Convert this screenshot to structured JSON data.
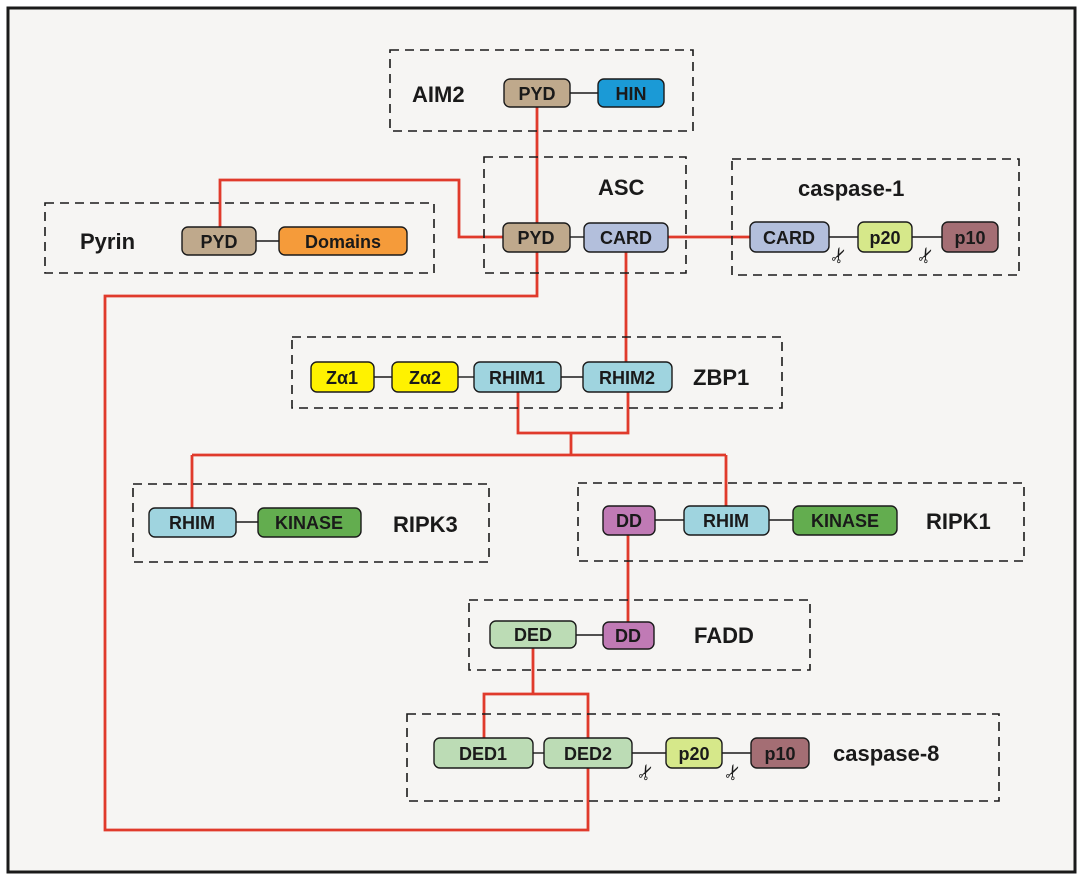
{
  "groups": [
    {
      "id": "aim2",
      "label": "AIM2"
    },
    {
      "id": "pyrin",
      "label": "Pyrin"
    },
    {
      "id": "asc",
      "label": "ASC"
    },
    {
      "id": "caspase1",
      "label": "caspase-1"
    },
    {
      "id": "zbp1",
      "label": "ZBP1"
    },
    {
      "id": "ripk3",
      "label": "RIPK3"
    },
    {
      "id": "ripk1",
      "label": "RIPK1"
    },
    {
      "id": "fadd",
      "label": "FADD"
    },
    {
      "id": "caspase8",
      "label": "caspase-8"
    }
  ],
  "domains": {
    "aim2_pyd": {
      "label": "PYD",
      "color": "#bfa98c"
    },
    "aim2_hin": {
      "label": "HIN",
      "color": "#1b9ad6"
    },
    "pyrin_pyd": {
      "label": "PYD",
      "color": "#bfa98c"
    },
    "pyrin_domains": {
      "label": "Domains",
      "color": "#f59b3a"
    },
    "asc_pyd": {
      "label": "PYD",
      "color": "#bfa98c"
    },
    "asc_card": {
      "label": "CARD",
      "color": "#b3bfdc"
    },
    "casp1_card": {
      "label": "CARD",
      "color": "#b3bfdc"
    },
    "casp1_p20": {
      "label": "p20",
      "color": "#d6e88a"
    },
    "casp1_p10": {
      "label": "p10",
      "color": "#a46e74"
    },
    "zbp1_za1": {
      "label": "Zα1",
      "color": "#fff200"
    },
    "zbp1_za2": {
      "label": "Zα2",
      "color": "#fff200"
    },
    "zbp1_rhim1": {
      "label": "RHIM1",
      "color": "#9fd4df"
    },
    "zbp1_rhim2": {
      "label": "RHIM2",
      "color": "#9fd4df"
    },
    "ripk3_rhim": {
      "label": "RHIM",
      "color": "#9fd4df"
    },
    "ripk3_kinase": {
      "label": "KINASE",
      "color": "#63ad4f"
    },
    "ripk1_dd": {
      "label": "DD",
      "color": "#c07ab5"
    },
    "ripk1_rhim": {
      "label": "RHIM",
      "color": "#9fd4df"
    },
    "ripk1_kinase": {
      "label": "KINASE",
      "color": "#63ad4f"
    },
    "fadd_ded": {
      "label": "DED",
      "color": "#bcdcb5"
    },
    "fadd_dd": {
      "label": "DD",
      "color": "#c07ab5"
    },
    "casp8_ded1": {
      "label": "DED1",
      "color": "#bcdcb5"
    },
    "casp8_ded2": {
      "label": "DED2",
      "color": "#bcdcb5"
    },
    "casp8_p20": {
      "label": "p20",
      "color": "#d6e88a"
    },
    "casp8_p10": {
      "label": "p10",
      "color": "#a46e74"
    }
  },
  "cleavage_sites": [
    {
      "id": "casp1_site1",
      "icon": "scissors-icon"
    },
    {
      "id": "casp1_site2",
      "icon": "scissors-icon"
    },
    {
      "id": "casp8_site1",
      "icon": "scissors-icon"
    },
    {
      "id": "casp8_site2",
      "icon": "scissors-icon"
    }
  ],
  "colors": {
    "interaction_line": "#e03a2b",
    "background": "#f6f5f3",
    "border": "#1a1a1a"
  }
}
